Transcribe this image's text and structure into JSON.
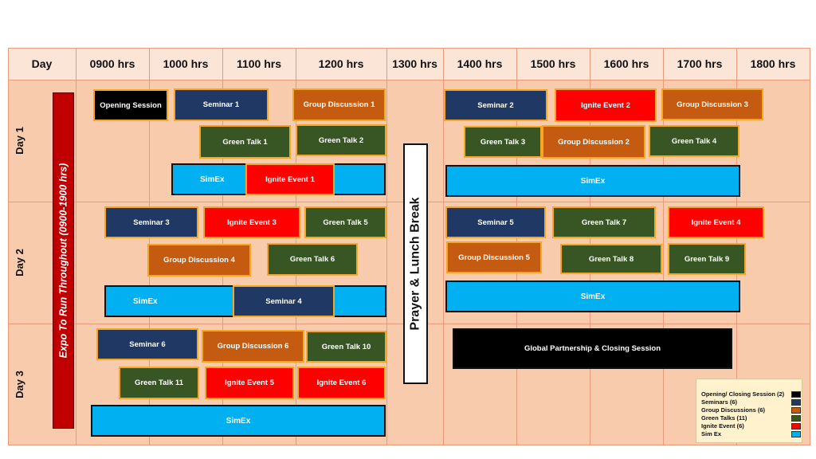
{
  "header": {
    "day": "Day",
    "times": [
      "0900 hrs",
      "1000 hrs",
      "1100 hrs",
      "1200 hrs",
      "1300 hrs",
      "1400 hrs",
      "1500 hrs",
      "1600 hrs",
      "1700 hrs",
      "1800 hrs"
    ]
  },
  "days": [
    "Day 1",
    "Day 2",
    "Day 3"
  ],
  "expo": "Expo To Run Throughout (0900-1900 hrs)",
  "break_label": "Prayer & Lunch Break",
  "colors": {
    "opening": "#000000",
    "seminar": "#1f3864",
    "group": "#c55a11",
    "green": "#375623",
    "ignite": "#ff0000",
    "simex": "#00b0f0",
    "grid_bg": "#f8cbad",
    "header_bg": "#fbe5d6",
    "expo": "#c00000",
    "border": "#f5a623"
  },
  "events": [
    {
      "label": "Opening Session",
      "type": "opening"
    },
    {
      "label": "Seminar 1",
      "type": "seminar"
    },
    {
      "label": "Group Discussion  1",
      "type": "group"
    },
    {
      "label": "Seminar 2",
      "type": "seminar"
    },
    {
      "label": "Ignite Event 2",
      "type": "ignite"
    },
    {
      "label": "Group Discussion  3",
      "type": "group"
    },
    {
      "label": "Green Talk 1",
      "type": "green"
    },
    {
      "label": "Green Talk 2",
      "type": "green"
    },
    {
      "label": "Green Talk 3",
      "type": "green"
    },
    {
      "label": "Group Discussion  2",
      "type": "group"
    },
    {
      "label": "Green Talk 4",
      "type": "green"
    },
    {
      "label": "Ignite Event 1",
      "type": "ignite"
    },
    {
      "label": "Seminar 3",
      "type": "seminar"
    },
    {
      "label": "Ignite Event 3",
      "type": "ignite"
    },
    {
      "label": "Green Talk 5",
      "type": "green"
    },
    {
      "label": "Seminar 5",
      "type": "seminar"
    },
    {
      "label": "Green Talk 7",
      "type": "green"
    },
    {
      "label": "Ignite Event 4",
      "type": "ignite"
    },
    {
      "label": "Group Discussion  4",
      "type": "group"
    },
    {
      "label": "Green Talk 6",
      "type": "green"
    },
    {
      "label": "Group Discussion  5",
      "type": "group"
    },
    {
      "label": "Green Talk 8",
      "type": "green"
    },
    {
      "label": "Green Talk 9",
      "type": "green"
    },
    {
      "label": "Seminar 4",
      "type": "seminar"
    },
    {
      "label": "Seminar 6",
      "type": "seminar"
    },
    {
      "label": "Group Discussion  6",
      "type": "group"
    },
    {
      "label": "Green Talk 10",
      "type": "green"
    },
    {
      "label": "Global Partnership  & Closing  Session",
      "type": "opening"
    },
    {
      "label": "Green Talk 11",
      "type": "green"
    },
    {
      "label": "Ignite Event 5",
      "type": "ignite"
    },
    {
      "label": "Ignite Event 6",
      "type": "ignite"
    }
  ],
  "simex": [
    {
      "label": "SimEx"
    },
    {
      "label": "SimEx"
    },
    {
      "label": "SimEx"
    },
    {
      "label": "SimEx"
    },
    {
      "label": "SimEx"
    }
  ],
  "legend": [
    {
      "label": "Opening/ Closing Session (2)",
      "color": "#000000"
    },
    {
      "label": "Seminars (6)",
      "color": "#1f3864"
    },
    {
      "label": "Group Discussions (6)",
      "color": "#c55a11"
    },
    {
      "label": "Green Talks (11)",
      "color": "#375623"
    },
    {
      "label": "Ignite Event (6)",
      "color": "#ff0000"
    },
    {
      "label": "Sim Ex",
      "color": "#00b0f0"
    }
  ]
}
